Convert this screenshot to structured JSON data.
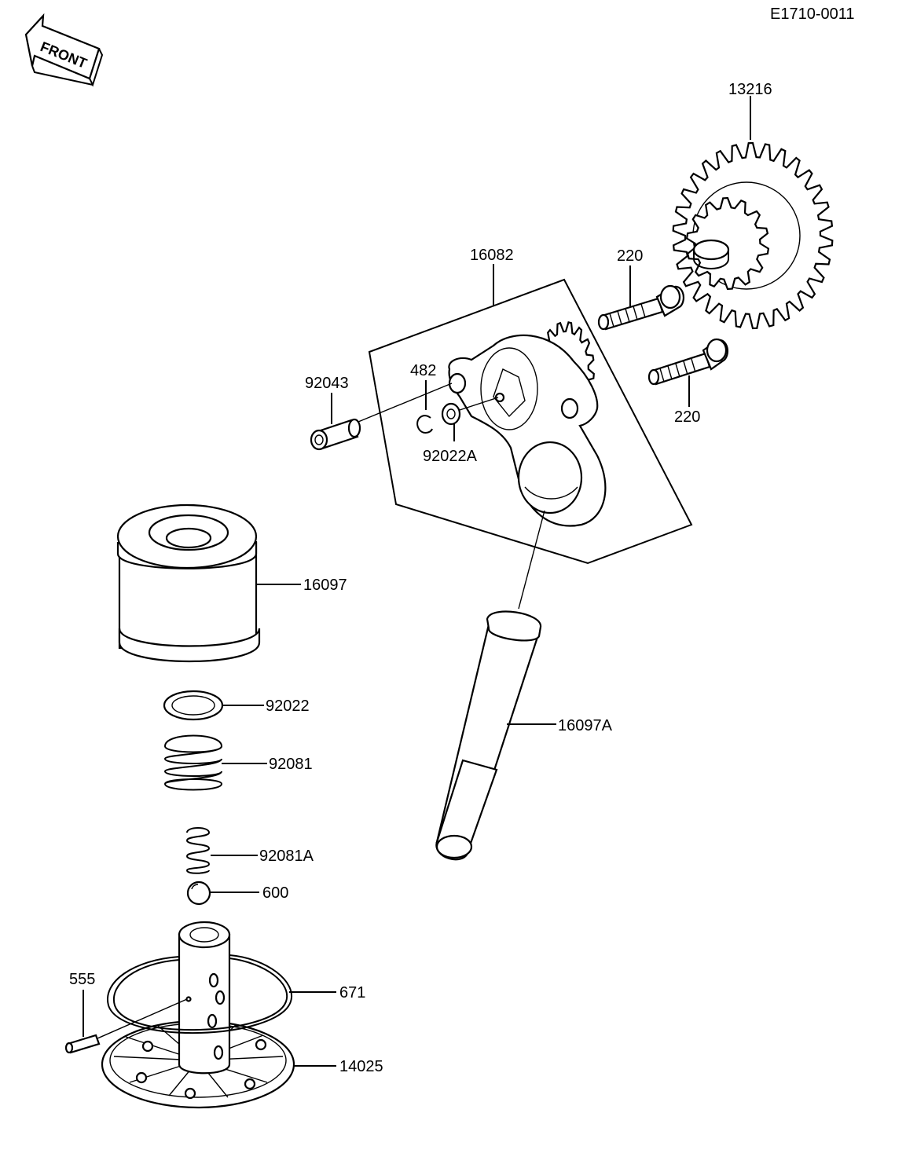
{
  "diagram_code": "E1710-0011",
  "front_label": "FRONT",
  "part_numbers": {
    "gear": "13216",
    "pump": "16082",
    "bolt_upper": "220",
    "bolt_lower": "220",
    "collar": "92043",
    "circlip": "482",
    "washer": "92022A",
    "filter": "16097",
    "o_ring": "92022",
    "spring": "92081",
    "spring_small": "92081A",
    "ball": "600",
    "pipe": "16097A",
    "pin": "555",
    "cover_oring": "671",
    "cover": "14025"
  }
}
